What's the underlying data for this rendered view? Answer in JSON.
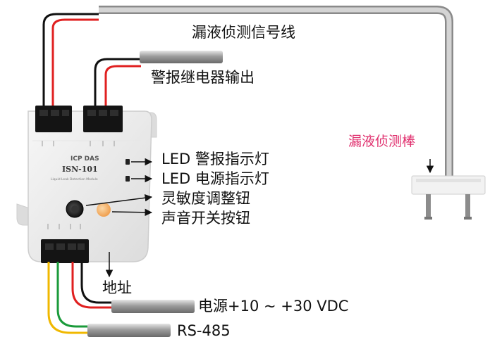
{
  "labels": {
    "leak_signal_cable": "漏液侦测信号线",
    "alarm_relay_output": "警报继电器输出",
    "leak_probe": "漏液侦测棒",
    "led_alarm": "LED 警报指示灯",
    "led_power": "LED 电源指示灯",
    "sensitivity_knob": "灵敏度调整钮",
    "sound_switch": "声音开关按钮",
    "address": "地址",
    "power_supply": "电源+10 ~ +30 VDC",
    "rs485": "RS-485"
  },
  "device": {
    "model": "ISN-101",
    "brand": "ICP DAS",
    "subtitle": "Liquid Leak Detection Module"
  },
  "colors": {
    "label_text": "#111111",
    "probe_label": "#e0306e",
    "wire_red": "#e02020",
    "wire_black": "#111111",
    "wire_yellow": "#f0b800",
    "wire_green": "#1a9a3a",
    "signal_cable": "#9a9a9a",
    "terminal_block": "#141414",
    "knob": "#f5b060"
  }
}
